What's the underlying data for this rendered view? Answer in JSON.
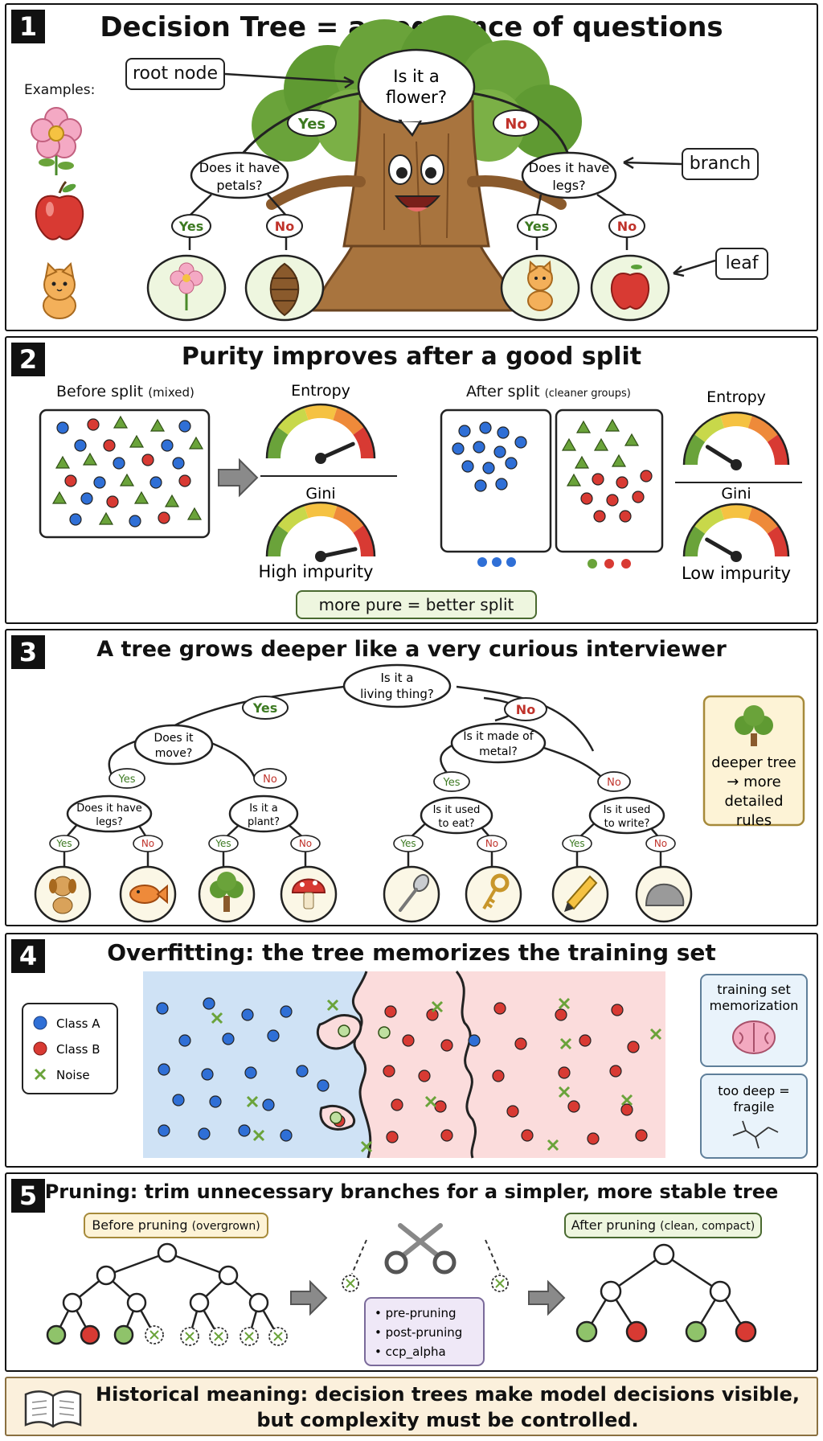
{
  "colors": {
    "blue": "#2f6fd6",
    "red": "#d83a33",
    "green": "#6aa33a",
    "yes": "#3d7a22",
    "no": "#c0332b",
    "paleGreen": "#eef6df",
    "paleYellow": "#fdf3d6",
    "paleBlue": "#e9f3fb",
    "palePurple": "#efe8f7",
    "paleOrange": "#fbf0dc"
  },
  "p1": {
    "number": "1",
    "title": "Decision Tree = a sequence of questions",
    "examples_label": "Examples:",
    "root_node_label": "root node",
    "branch_label": "branch",
    "leaf_label": "leaf",
    "q_root": [
      "Is it a",
      "flower?"
    ],
    "q_left": [
      "Does it have",
      "petals?"
    ],
    "q_right": [
      "Does it have",
      "legs?"
    ],
    "yes": "Yes",
    "no": "No"
  },
  "p2": {
    "number": "2",
    "title": "Purity improves after a good split",
    "before_label": "Before split",
    "before_note": "(mixed)",
    "after_label": "After split",
    "after_note": "(cleaner groups)",
    "entropy": "Entropy",
    "gini": "Gini",
    "high": "High impurity",
    "low": "Low impurity",
    "summary": "more pure = better split"
  },
  "p3": {
    "number": "3",
    "title": "A tree grows deeper like a very curious interviewer",
    "q_root": [
      "Is it a",
      "living thing?"
    ],
    "q_l": [
      "Does it",
      "move?"
    ],
    "q_r": [
      "Is it made of",
      "metal?"
    ],
    "q_ll": [
      "Does it have",
      "legs?"
    ],
    "q_lr": [
      "Is it a",
      "plant?"
    ],
    "q_rl": [
      "Is it used",
      "to eat?"
    ],
    "q_rr": [
      "Is it used",
      "to write?"
    ],
    "yes": "Yes",
    "no": "No",
    "side_note": [
      "deeper tree",
      "→ more",
      "detailed",
      "rules"
    ]
  },
  "p4": {
    "number": "4",
    "title": "Overfitting: the tree memorizes the training set",
    "legend": [
      {
        "label": "Class A"
      },
      {
        "label": "Class B"
      },
      {
        "label": "Noise"
      }
    ],
    "note1": [
      "training set",
      "memorization"
    ],
    "note2": [
      "too deep =",
      "fragile"
    ]
  },
  "p5": {
    "number": "5",
    "title": "Pruning: trim unnecessary branches for a simpler, more stable tree",
    "before_label": "Before pruning",
    "before_note": "(overgrown)",
    "after_label": "After pruning",
    "after_note": "(clean, compact)",
    "methods": [
      "• pre-pruning",
      "• post-pruning",
      "• ccp_alpha"
    ]
  },
  "footer": {
    "line1": "Historical meaning: decision trees make model decisions visible,",
    "line2": "but complexity must be controlled."
  }
}
